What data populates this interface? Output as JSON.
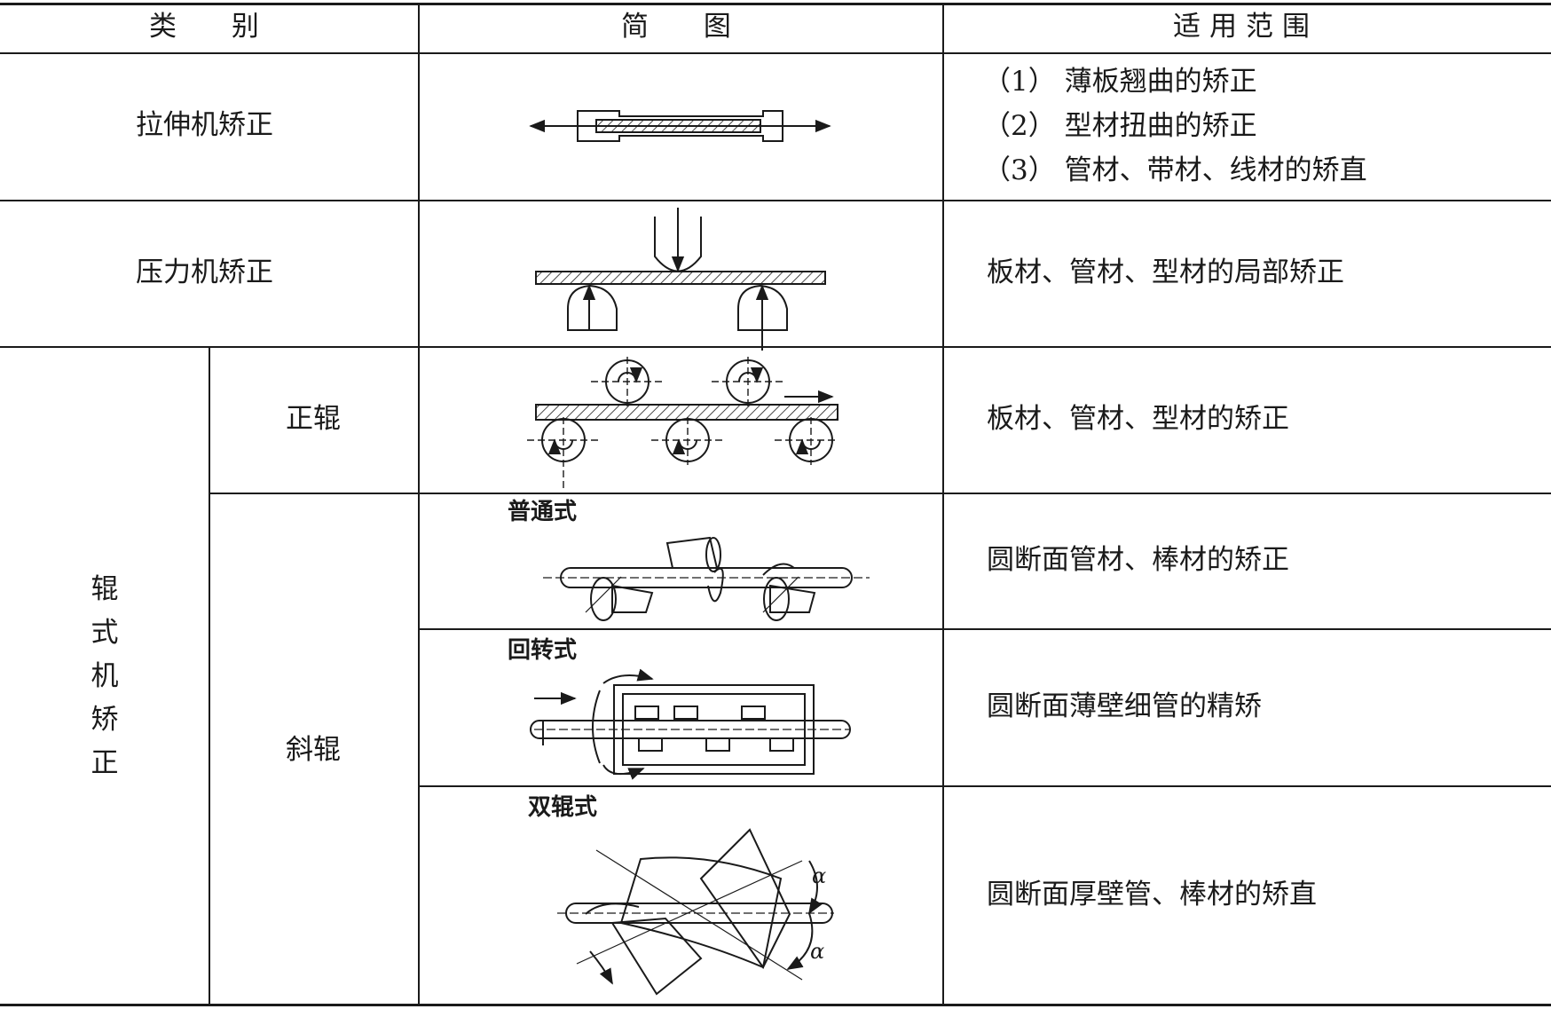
{
  "header": {
    "category": "类 别",
    "diagram": "简 图",
    "scope": "适用范围"
  },
  "rows": {
    "stretch": {
      "category": "拉伸机矫正",
      "scope": [
        "（1） 薄板翘曲的矫正",
        "（2） 型材扭曲的矫正",
        "（3） 管材、带材、线材的矫直"
      ]
    },
    "press": {
      "category": "压力机矫正",
      "scope": "板材、管材、型材的局部矫正"
    },
    "roller_group": {
      "category": "辊式机矫正",
      "category_chars": [
        "辊",
        "式",
        "机",
        "矫",
        "正"
      ]
    },
    "straight_roll": {
      "subcategory": "正辊",
      "scope": "板材、管材、型材的矫正"
    },
    "skew_roll": {
      "subcategory": "斜辊",
      "variants": [
        {
          "label": "普通式",
          "scope": "圆断面管材、棒材的矫正"
        },
        {
          "label": "回转式",
          "scope": "圆断面薄壁细管的精矫"
        },
        {
          "label": "双辊式",
          "scope": "圆断面厚壁管、棒材的矫直",
          "angle_symbol": "α"
        }
      ]
    }
  },
  "colors": {
    "ink": "#1a1a1a",
    "background": "#ffffff"
  },
  "icons": [
    "stretch-diagram",
    "press-diagram",
    "straight-roll-diagram",
    "skew-roll-normal-diagram",
    "skew-roll-rotary-diagram",
    "skew-roll-double-diagram"
  ]
}
